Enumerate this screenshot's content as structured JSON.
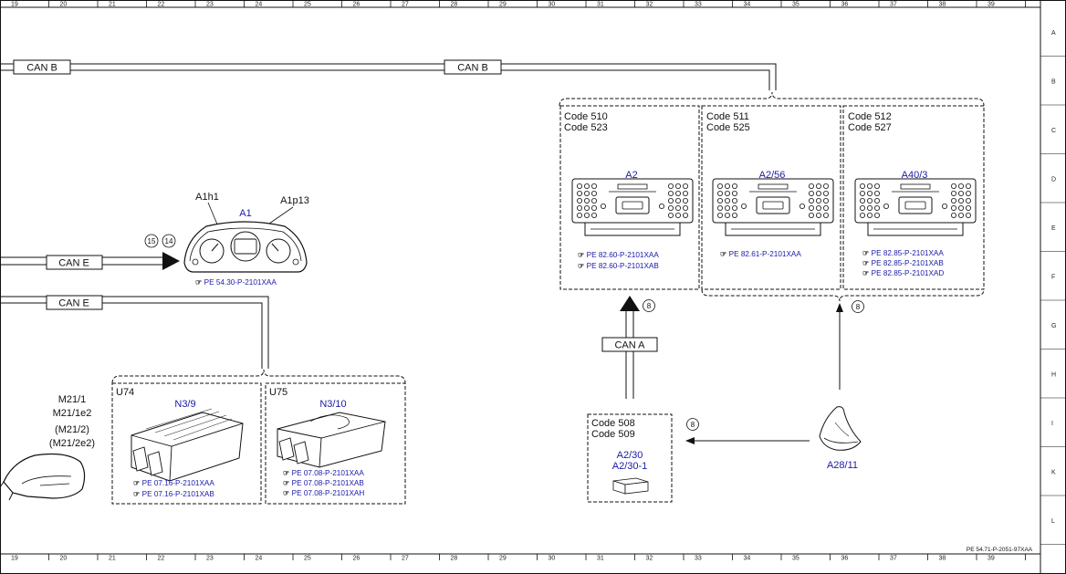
{
  "grid": {
    "columns": [
      "19",
      "20",
      "21",
      "22",
      "23",
      "24",
      "25",
      "26",
      "27",
      "28",
      "29",
      "30",
      "31",
      "32",
      "33",
      "34",
      "35",
      "36",
      "37",
      "38",
      "39"
    ],
    "rows": [
      "A",
      "B",
      "C",
      "D",
      "E",
      "F",
      "G",
      "H",
      "I",
      "K",
      "L"
    ]
  },
  "sheet_ref": "PE 54.71-P-2051-97XAA",
  "buses": {
    "can_b_1": "CAN B",
    "can_b_2": "CAN B",
    "can_e_1": "CAN E",
    "can_e_2": "CAN E",
    "can_a": "CAN A"
  },
  "cluster": {
    "id": "A1",
    "part1": "A1h1",
    "part2": "A1p13",
    "ref": "PE 54.30-P-2101XAA",
    "circle1": "15",
    "circle2": "14"
  },
  "units": {
    "u74": {
      "code": "U74",
      "id": "N3/9",
      "refs": [
        "PE 07.16-P-2101XAA",
        "PE 07.16-P-2101XAB"
      ]
    },
    "u75": {
      "code": "U75",
      "id": "N3/10",
      "refs": [
        "PE 07.08-P-2101XAA",
        "PE 07.08-P-2101XAB",
        "PE 07.08-P-2101XAH"
      ]
    }
  },
  "mirror": {
    "labels": [
      "M21/1",
      "M21/1e2",
      "(M21/2)",
      "(M21/2e2)"
    ]
  },
  "radios": [
    {
      "codes": [
        "Code 510",
        "Code 523"
      ],
      "id": "A2",
      "refs": [
        "PE 82.60-P-2101XAA",
        "PE 82.60-P-2101XAB"
      ]
    },
    {
      "codes": [
        "Code 511",
        "Code 525"
      ],
      "id": "A2/56",
      "refs": [
        "PE 82.61-P-2101XAA"
      ]
    },
    {
      "codes": [
        "Code 512",
        "Code 527"
      ],
      "id": "A40/3",
      "refs": [
        "PE 82.85-P-2101XAA",
        "PE 82.85-P-2101XAB",
        "PE 82.85-P-2101XAD"
      ]
    }
  ],
  "circle_8": "8",
  "tuner": {
    "codes": [
      "Code 508",
      "Code 509"
    ],
    "ids": [
      "A2/30",
      "A2/30-1"
    ]
  },
  "antenna": {
    "id": "A28/11"
  }
}
